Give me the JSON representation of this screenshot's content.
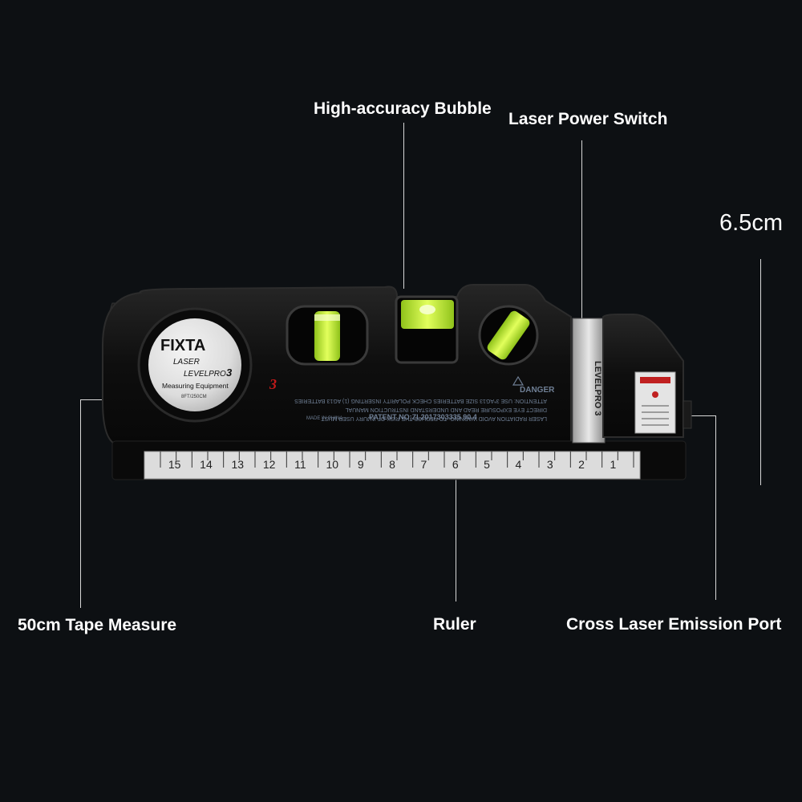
{
  "callouts": {
    "bubble": "High-accuracy Bubble",
    "switch": "Laser Power Switch",
    "height": "6.5cm",
    "tape": "50cm Tape Measure",
    "ruler": "Ruler",
    "port": "Cross Laser Emission Port"
  },
  "device": {
    "brand": "FIXTA",
    "sub": "LASER",
    "model": "LEVELPRO",
    "model_num": "3",
    "desc": "Measuring Equipment",
    "tape_len": "8FT/250CM",
    "red_mark": "3",
    "danger": "DANGER",
    "warn1": "LASER RADIATION AVOID  WARNING: TO REDUCE THE RISK OF INJURY USER MUST",
    "warn2": "DIRECT EYE EXPOSURE      READ AND UNDERSTAND INSTRUCTION MANUAL",
    "warn3": "ATTENTION: USE 3*AG13 SIZE BATTERIES CHECK POLARITY INSERTING (1) AG13 BATTERIES",
    "patent": "PATENT NO:ZL2017303335 90.4",
    "made": "MADE IN CHINA",
    "side_label": "LEVELPRO 3"
  },
  "ruler": {
    "ticks": [
      "15",
      "14",
      "13",
      "12",
      "11",
      "10",
      "9",
      "8",
      "7",
      "6",
      "5",
      "4",
      "3",
      "2",
      "1"
    ]
  },
  "colors": {
    "background": "#0d1013",
    "body": "#0b0b0b",
    "bubble_vial": "#c6f03c",
    "ruler_face": "#dcdcdc",
    "label_face": "#e4e4e4"
  }
}
